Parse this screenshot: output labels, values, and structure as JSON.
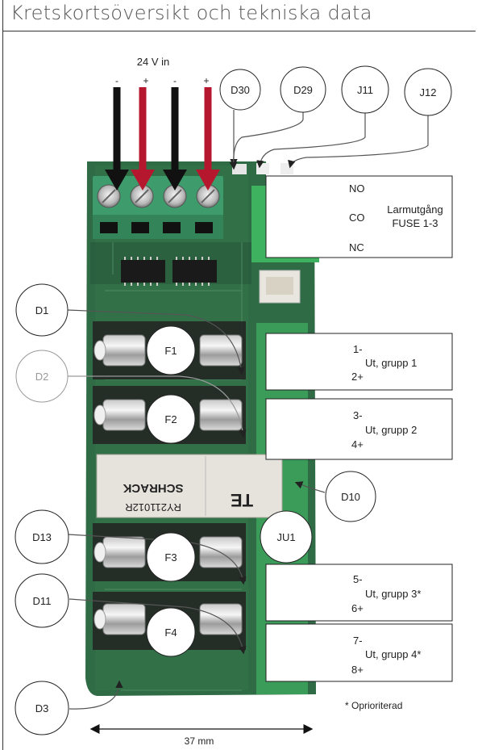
{
  "title": "Kretskortsöversikt och tekniska data",
  "power_input": {
    "label": "24 V in",
    "polarity": [
      "-",
      "+",
      "-",
      "+"
    ]
  },
  "callouts": {
    "D30": "D30",
    "D29": "D29",
    "J11": "J11",
    "J12": "J12",
    "D1": "D1",
    "D2": "D2",
    "D13": "D13",
    "D11": "D11",
    "D3": "D3",
    "D10": "D10",
    "JU1": "JU1",
    "F1": "F1",
    "F2": "F2",
    "F3": "F3",
    "F4": "F4"
  },
  "alarm_box": {
    "no": "NO",
    "co": "CO",
    "nc": "NC",
    "label_line1": "Larmutgång",
    "label_line2": "FUSE 1-3"
  },
  "groups": [
    {
      "neg": "1-",
      "pos": "2+",
      "label": "Ut, grupp 1"
    },
    {
      "neg": "3-",
      "pos": "4+",
      "label": "Ut, grupp 2"
    },
    {
      "neg": "5-",
      "pos": "6+",
      "label": "Ut, grupp 3*"
    },
    {
      "neg": "7-",
      "pos": "8+",
      "label": "Ut, grupp 4*"
    }
  ],
  "relay": {
    "brand": "SCHRACK",
    "model": "RY211012R",
    "logo": "TE"
  },
  "footnote": "* Oprioriterad",
  "dimension": "37 mm",
  "colors": {
    "wire_negative": "#111111",
    "wire_positive": "#b5172f",
    "pcb": "#2f6b45",
    "terminal": "#3d9b6c"
  }
}
